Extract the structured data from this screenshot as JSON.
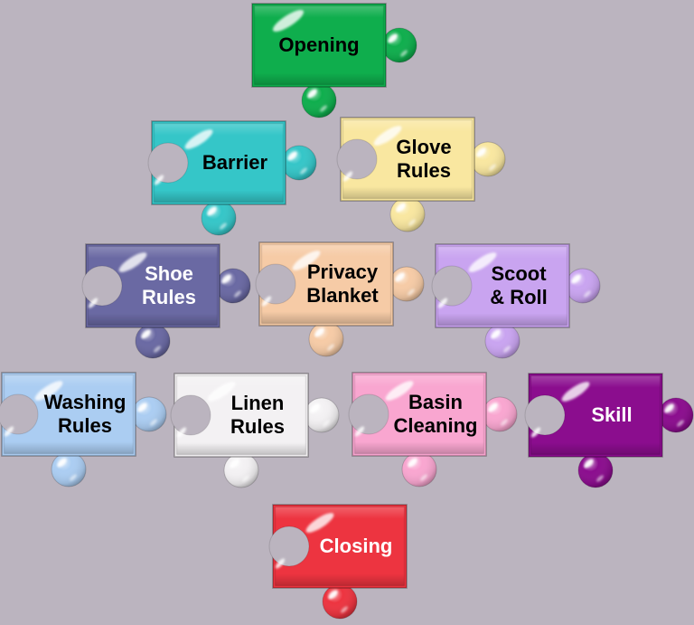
{
  "background": "#bbb4bf",
  "pieces": [
    {
      "name": "opening",
      "label": "Opening",
      "fill": "#0fae4d",
      "text_color": "#000000"
    },
    {
      "name": "barrier",
      "label": "Barrier",
      "fill": "#35c6c8",
      "text_color": "#000000"
    },
    {
      "name": "glove-rules",
      "label": "Glove\nRules",
      "fill": "#f9e7a0",
      "text_color": "#000000"
    },
    {
      "name": "shoe-rules",
      "label": "Shoe\nRules",
      "fill": "#6a69a3",
      "text_color": "#ffffff"
    },
    {
      "name": "privacy-blanket",
      "label": "Privacy\nBlanket",
      "fill": "#f6cba6",
      "text_color": "#000000"
    },
    {
      "name": "scoot-and-roll",
      "label": "Scoot\n& Roll",
      "fill": "#c9a4f0",
      "text_color": "#000000"
    },
    {
      "name": "washing-rules",
      "label": "Washing\nRules",
      "fill": "#abcdf2",
      "text_color": "#000000"
    },
    {
      "name": "linen-rules",
      "label": "Linen\nRules",
      "fill": "#f3f1f3",
      "text_color": "#000000"
    },
    {
      "name": "basin-cleaning",
      "label": "Basin\nCleaning",
      "fill": "#f9a6d0",
      "text_color": "#000000"
    },
    {
      "name": "skill",
      "label": "Skill",
      "fill": "#8b0d8e",
      "text_color": "#ffffff"
    },
    {
      "name": "closing",
      "label": "Closing",
      "fill": "#ed3440",
      "text_color": "#ffffff"
    }
  ]
}
